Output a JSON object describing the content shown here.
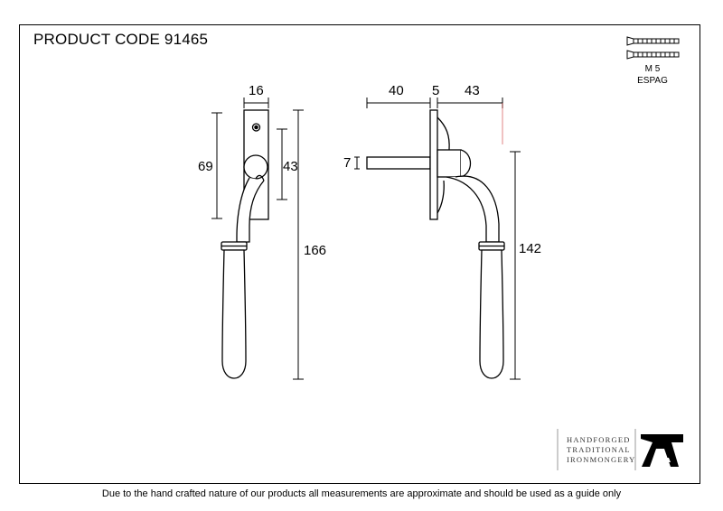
{
  "header": {
    "product_code": "PRODUCT CODE 91465"
  },
  "screw": {
    "line1": "M 5",
    "line2": "ESPAG"
  },
  "dimensions": {
    "width_16": "16",
    "height_69": "69",
    "height_43": "43",
    "height_166": "166",
    "depth_40": "40",
    "depth_5": "5",
    "depth_43": "43",
    "spindle_7": "7",
    "height_142": "142"
  },
  "brand": {
    "line1": "HANDFORGED",
    "line2": "TRADITIONAL",
    "line3": "IRONMONGERY"
  },
  "footer": {
    "note": "Due to the hand crafted nature of our products all measurements are approximate and should be used as a guide only"
  }
}
